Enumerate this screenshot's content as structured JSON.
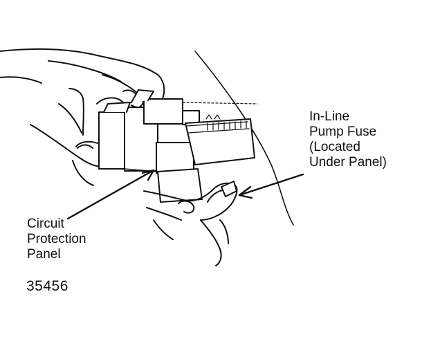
{
  "labels": {
    "inline_pump_fuse": [
      "In-Line",
      "Pump Fuse",
      "(Located",
      "Under Panel)"
    ],
    "circuit_protection_panel": [
      "Circuit",
      "Protection",
      "Panel"
    ]
  },
  "figure_number": "35456",
  "colors": {
    "ink": "#111111",
    "paper": "#ffffff",
    "shade": "#b8b8b8"
  }
}
